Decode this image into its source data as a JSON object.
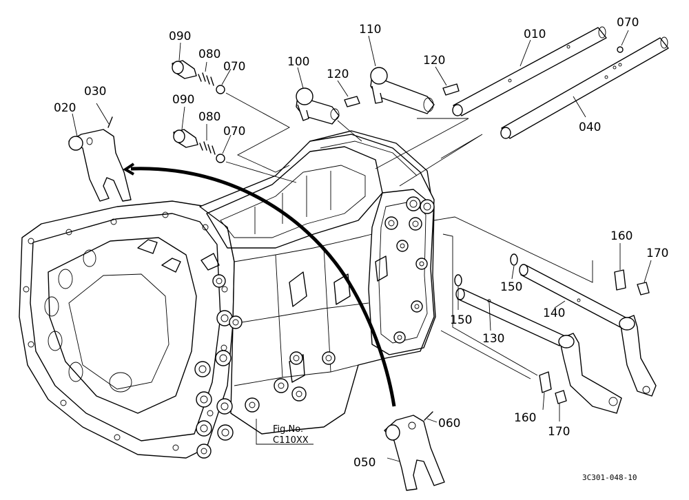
{
  "parts": [
    {
      "id": "p010",
      "label": "010"
    },
    {
      "id": "p020",
      "label": "020"
    },
    {
      "id": "p030",
      "label": "030"
    },
    {
      "id": "p040",
      "label": "040"
    },
    {
      "id": "p050",
      "label": "050"
    },
    {
      "id": "p060",
      "label": "060"
    },
    {
      "id": "p070a",
      "label": "070"
    },
    {
      "id": "p070b",
      "label": "070"
    },
    {
      "id": "p070c",
      "label": "070"
    },
    {
      "id": "p080a",
      "label": "080"
    },
    {
      "id": "p080b",
      "label": "080"
    },
    {
      "id": "p090a",
      "label": "090"
    },
    {
      "id": "p090b",
      "label": "090"
    },
    {
      "id": "p100",
      "label": "100"
    },
    {
      "id": "p110",
      "label": "110"
    },
    {
      "id": "p120a",
      "label": "120"
    },
    {
      "id": "p120b",
      "label": "120"
    },
    {
      "id": "p130",
      "label": "130"
    },
    {
      "id": "p140",
      "label": "140"
    },
    {
      "id": "p150a",
      "label": "150"
    },
    {
      "id": "p150b",
      "label": "150"
    },
    {
      "id": "p160a",
      "label": "160"
    },
    {
      "id": "p160b",
      "label": "160"
    },
    {
      "id": "p170a",
      "label": "170"
    },
    {
      "id": "p170b",
      "label": "170"
    }
  ],
  "fig_reference": {
    "line1": "Fig.No.",
    "line2": "C110XX"
  },
  "drawing_code": "3C301-048-10"
}
